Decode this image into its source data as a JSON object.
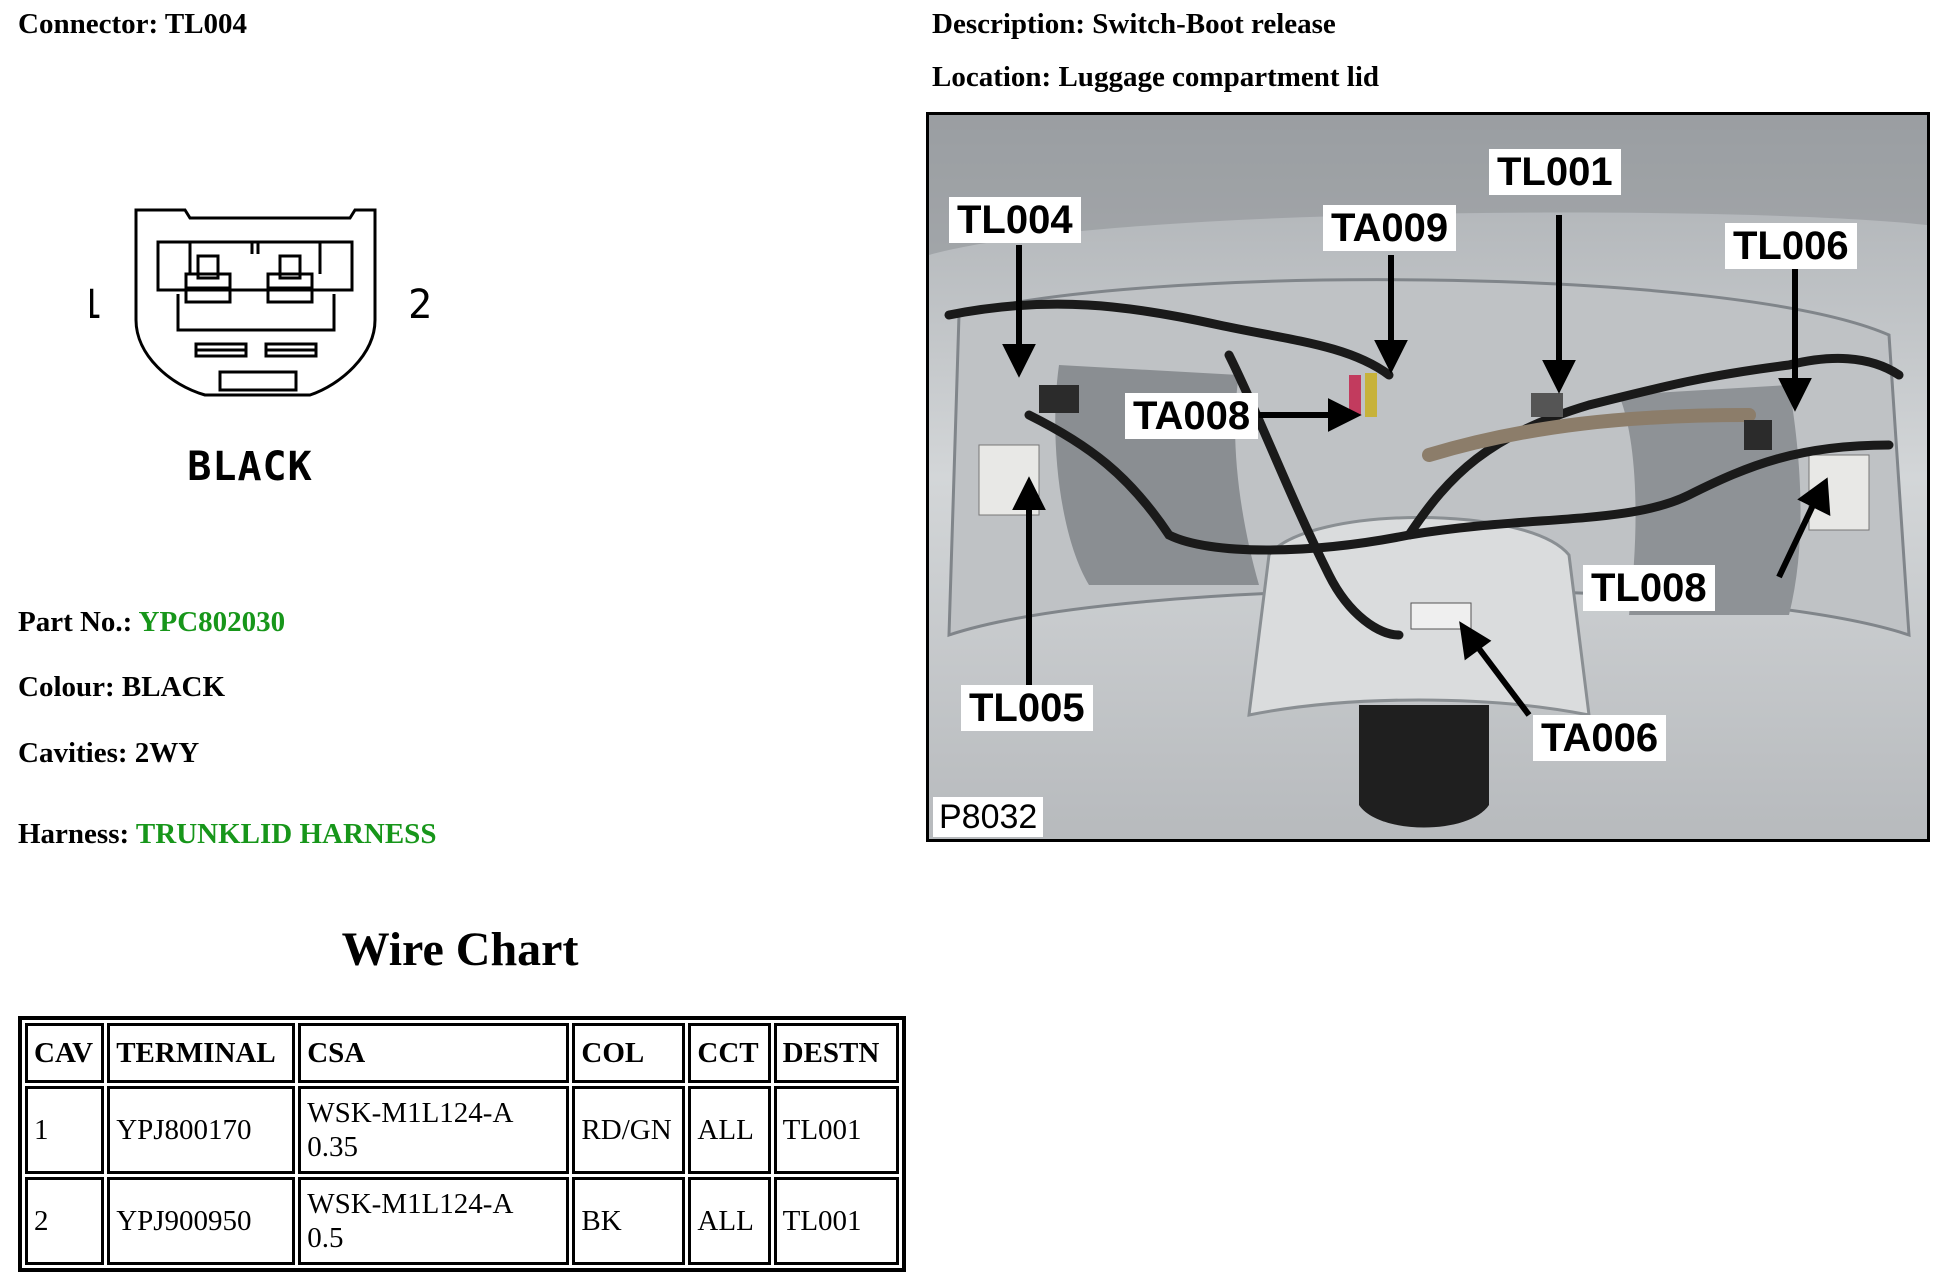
{
  "connector": {
    "label": "Connector:",
    "value": "TL004"
  },
  "description": {
    "label": "Description:",
    "value": "Switch-Boot release"
  },
  "location": {
    "label": "Location:",
    "value": "Luggage compartment lid"
  },
  "diagram": {
    "pin_left": "1",
    "pin_right": "2",
    "caption": "BLACK"
  },
  "part_no": {
    "label": "Part No.:",
    "value": "YPC802030"
  },
  "colour": {
    "label": "Colour:",
    "value": "BLACK"
  },
  "cavities": {
    "label": "Cavities:",
    "value": "2WY"
  },
  "harness": {
    "label": "Harness:",
    "value": "TRUNKLID HARNESS"
  },
  "wire_chart": {
    "title": "Wire Chart",
    "headers": [
      "CAV",
      "TERMINAL",
      "CSA",
      "COL",
      "CCT",
      "DESTN"
    ],
    "rows": [
      {
        "cav": "1",
        "terminal": "YPJ800170",
        "csa_line1": "WSK-M1L124-A",
        "csa_line2": "0.35",
        "col": "RD/GN",
        "cct": "ALL",
        "destn": "TL001"
      },
      {
        "cav": "2",
        "terminal": "YPJ900950",
        "csa_line1": "WSK-M1L124-A",
        "csa_line2": "0.5",
        "col": "BK",
        "cct": "ALL",
        "destn": "TL001"
      }
    ]
  },
  "photo": {
    "id": "P8032",
    "callouts": {
      "tl004": "TL004",
      "ta009": "TA009",
      "tl001": "TL001",
      "tl006": "TL006",
      "ta008": "TA008",
      "tl008": "TL008",
      "tl005": "TL005",
      "ta006": "TA006"
    }
  },
  "colors": {
    "link_green": "#17961a"
  }
}
